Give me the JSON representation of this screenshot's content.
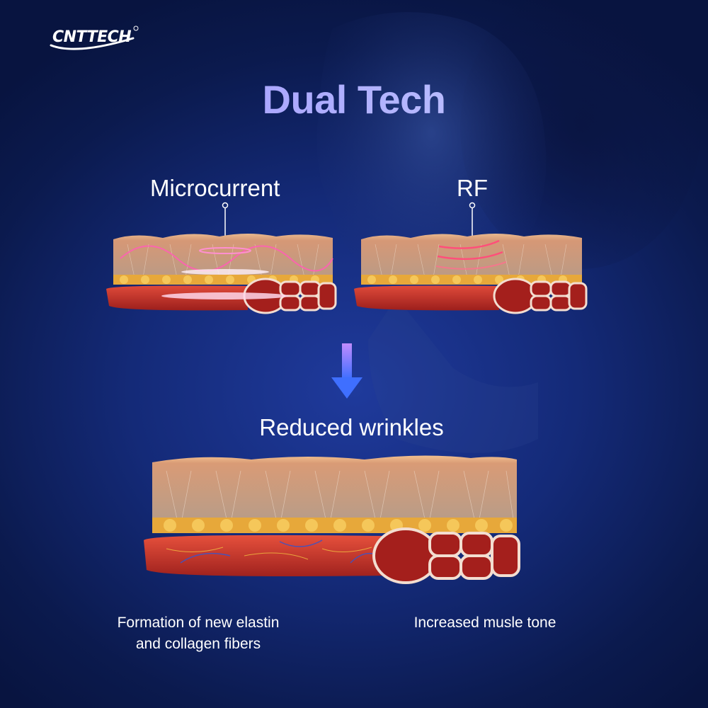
{
  "brand": {
    "logo_text": "CNTTECH"
  },
  "title": "Dual Tech",
  "labels": {
    "microcurrent": "Microcurrent",
    "rf": "RF",
    "result": "Reduced wrinkles"
  },
  "captions": {
    "left_line1": "Formation of new elastin",
    "left_line2": "and collagen fibers",
    "right": "Increased musle tone"
  },
  "colors": {
    "background": "#142a78",
    "title_accent": "#a3a5ff",
    "arrow_top": "#c08cff",
    "arrow_bottom": "#3f6fff",
    "muscle": "#c0322c",
    "fat": "#e7a83a",
    "dermis": "#c9a58a",
    "energy_glow": "#ff5fb4"
  }
}
